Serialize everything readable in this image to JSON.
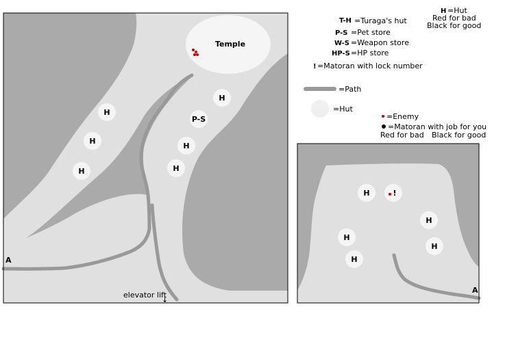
{
  "colors": {
    "rock": "#aaaaaa",
    "ground": "#e0e0e0",
    "path": "#999999",
    "hut": "#f5f5f5",
    "enemy": "#cc0000",
    "border": "#000000"
  },
  "legend": {
    "th_key": "T-H",
    "th_text": "=Turaga's hut",
    "ps_key": "P-S",
    "ps_text": "=Pet store",
    "ws_key": "W-S",
    "ws_text": "=Weapon store",
    "hps_key": "HP-S",
    "hps_text": "=HP store",
    "lock_key": "!",
    "lock_text": "=Matoran with lock number",
    "path_text": "=Path",
    "hut_text": "=Hut",
    "enemy_text": "=Enemy",
    "job_text": "=Matoran with job for you",
    "job_note_bad": "Red for bad",
    "job_note_good": "Black for good",
    "h_key": "H",
    "h_text": "=Hut",
    "h_note_bad": "Red for bad",
    "h_note_good": "Black for good"
  },
  "left_map": {
    "temple_label": "Temple",
    "marker_a": "A",
    "elevator_label": "elevator lift",
    "elevator_arrow": "↓",
    "huts": [
      {
        "label": "H"
      },
      {
        "label": "H"
      },
      {
        "label": "H"
      },
      {
        "label": "H"
      },
      {
        "label": "P-S"
      },
      {
        "label": "H"
      },
      {
        "label": "H"
      }
    ]
  },
  "right_map": {
    "marker_a": "A",
    "huts": [
      {
        "label": "H"
      },
      {
        "label": "!"
      },
      {
        "label": "H"
      },
      {
        "label": "H"
      },
      {
        "label": "H"
      },
      {
        "label": "H"
      }
    ]
  }
}
